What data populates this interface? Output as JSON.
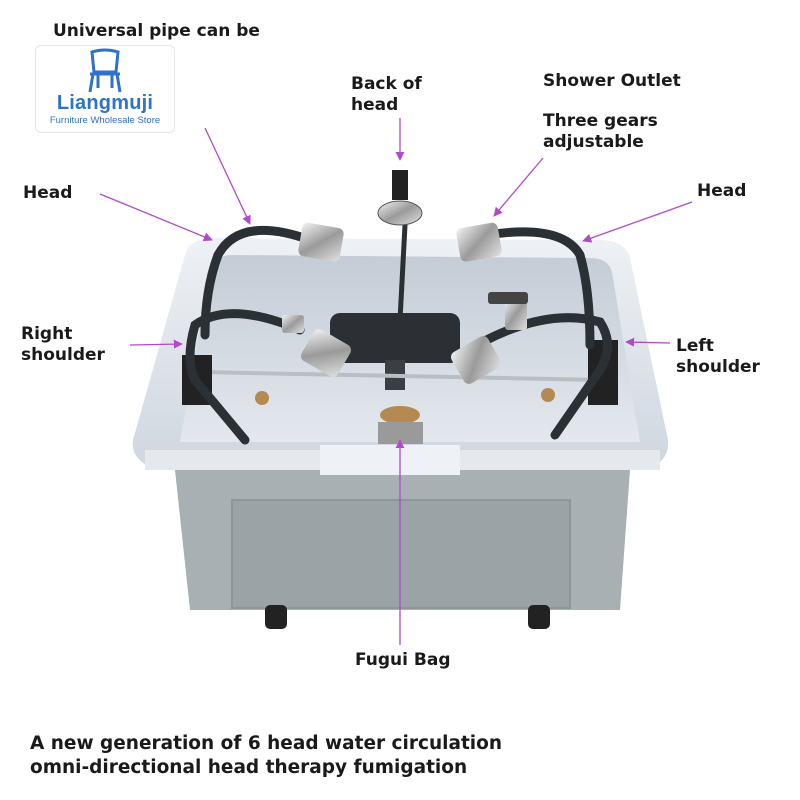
{
  "labels": {
    "universal_pipe": "Universal pipe can be",
    "back_of_head": "Back of head",
    "shower_outlet": "Shower Outlet",
    "three_gears": "Three gears adjustable",
    "head_left": "Head",
    "head_right": "Head",
    "right_shoulder": "Right shoulder",
    "left_shoulder": "Left shoulder",
    "fugui_bag": "Fugui Bag"
  },
  "logo": {
    "name": "Liangmuji",
    "subtitle": "Furniture Wholesale Store",
    "icon": "chair-icon"
  },
  "caption": {
    "line1": "A new generation of 6 head water circulation",
    "line2": "omni-directional head therapy fumigation"
  },
  "colors": {
    "arrow": "#b04ac9",
    "basin": "#d8dee6",
    "cabinet": "#a8b0b3",
    "hose": "#2b3034",
    "logo": "#2f72c9"
  }
}
